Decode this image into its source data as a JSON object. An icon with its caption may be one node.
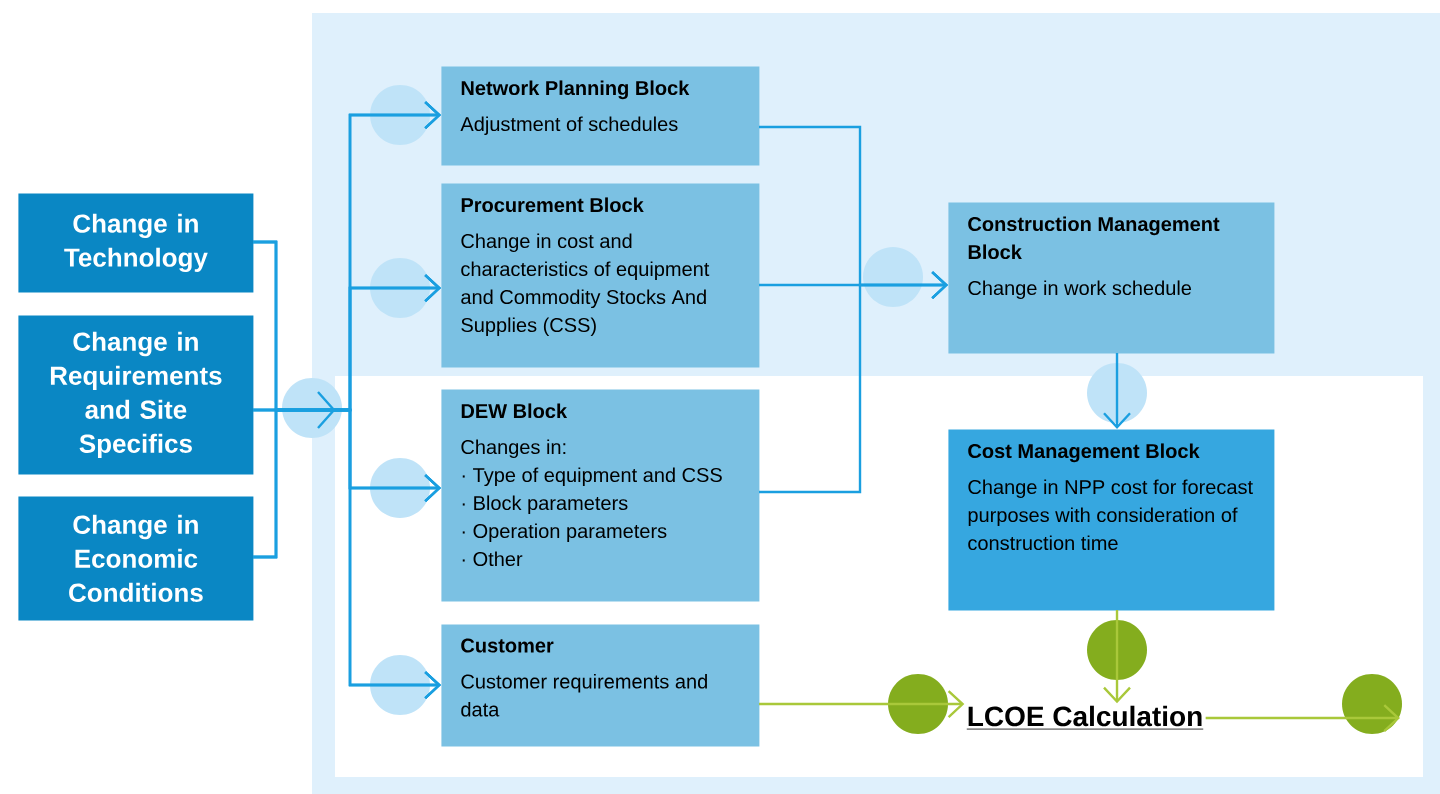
{
  "diagram": {
    "nodes": [
      {
        "text": [
          "Change in Technology"
        ]
      },
      {
        "text": [
          "Change in Requirements and Site Specifics"
        ]
      },
      {
        "text": [
          "Change in Economic Conditions"
        ]
      },
      {
        "text": [
          "Network Planning Block",
          "Adjustment of schedules"
        ]
      },
      {
        "text": [
          "Procurement Block",
          "Change in cost and characteristics of equipment and Commodity Stocks And Supplies (CSS)"
        ]
      },
      {
        "text": [
          "DEW Block",
          "Changes in:",
          "· Type of equipment and CSS",
          "· Block parameters",
          "· Operation parameters",
          "· Other"
        ]
      },
      {
        "text": [
          "Customer",
          "Customer requirements and data"
        ]
      },
      {
        "text": [
          "Construction Management Block",
          "Change in work schedule"
        ]
      },
      {
        "text": [
          "Cost Management Block",
          "Change in NPP cost for forecast purposes with consideration of construction time"
        ]
      },
      {
        "text": [
          "LCOE Calculation"
        ]
      }
    ],
    "edges": [
      {
        "from": 0,
        "to": 3,
        "arrow": "to"
      },
      {
        "from": 0,
        "to": 4,
        "arrow": "to"
      },
      {
        "from": 0,
        "to": 5,
        "arrow": "to"
      },
      {
        "from": 0,
        "to": 6,
        "arrow": "to"
      },
      {
        "from": 1,
        "to": 3,
        "arrow": "to"
      },
      {
        "from": 1,
        "to": 4,
        "arrow": "to"
      },
      {
        "from": 1,
        "to": 5,
        "arrow": "to"
      },
      {
        "from": 1,
        "to": 6,
        "arrow": "to"
      },
      {
        "from": 2,
        "to": 3,
        "arrow": "to"
      },
      {
        "from": 2,
        "to": 4,
        "arrow": "to"
      },
      {
        "from": 2,
        "to": 5,
        "arrow": "to"
      },
      {
        "from": 2,
        "to": 6,
        "arrow": "to"
      },
      {
        "from": 3,
        "to": 7,
        "arrow": "to"
      },
      {
        "from": 4,
        "to": 7,
        "arrow": "to"
      },
      {
        "from": 5,
        "to": 7,
        "arrow": "to"
      },
      {
        "from": 7,
        "to": 8,
        "arrow": "to"
      },
      {
        "from": 8,
        "to": 9,
        "arrow": "to",
        "color": "#a9c83a"
      },
      {
        "from": 6,
        "to": 9,
        "arrow": "to",
        "color": "#a9c83a"
      },
      {
        "from": 9,
        "to": null,
        "arrow": "to",
        "color": "#a9c83a"
      }
    ]
  }
}
